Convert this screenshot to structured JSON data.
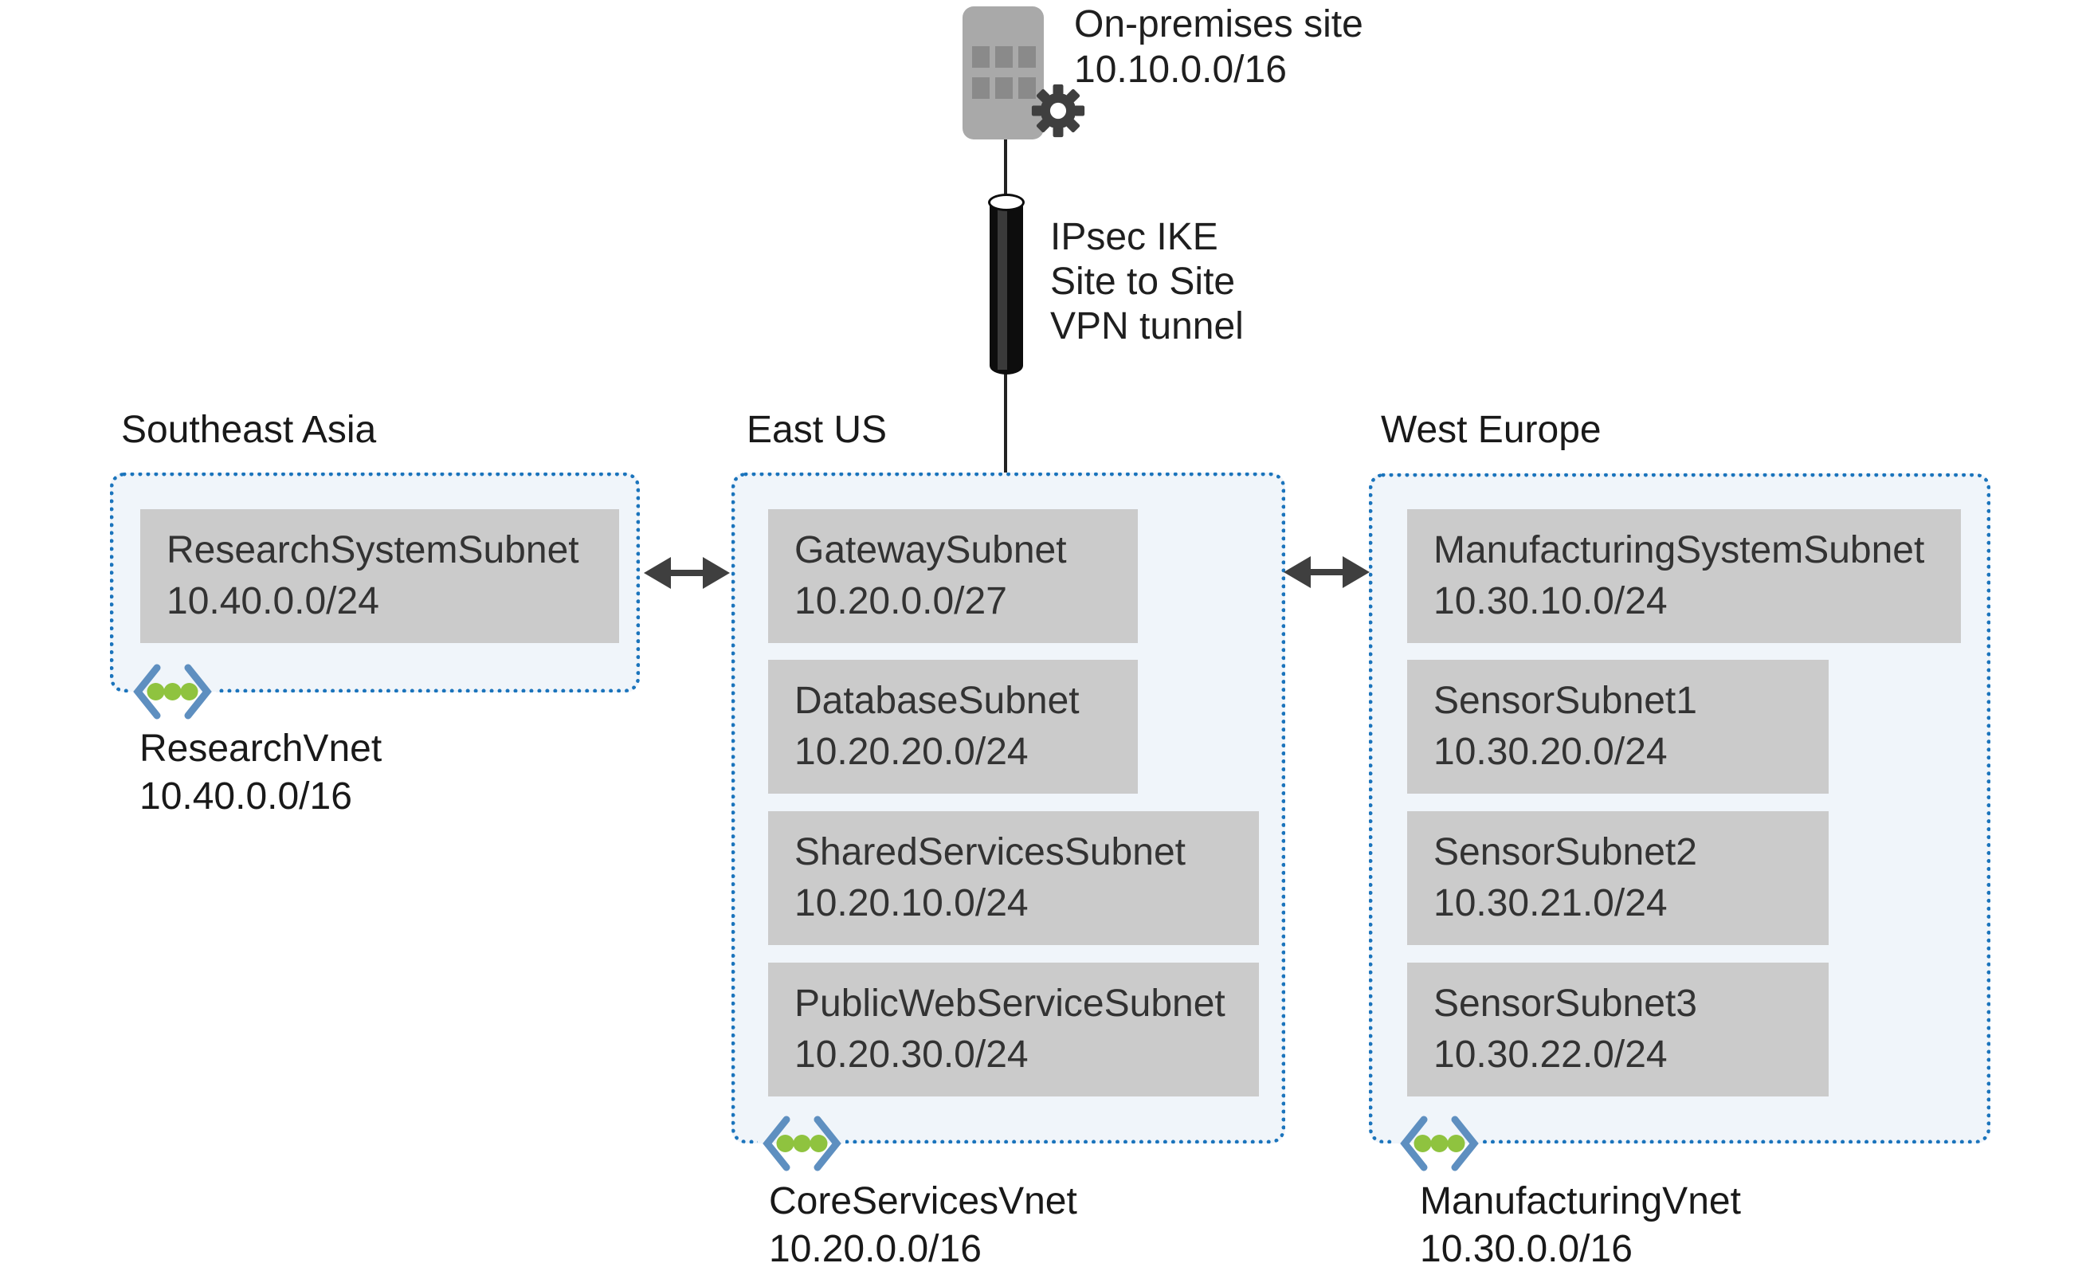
{
  "onprem": {
    "title": "On-premises site",
    "cidr": "10.10.0.0/16"
  },
  "tunnel": {
    "line1": "IPsec IKE",
    "line2": "Site to Site",
    "line3": "VPN tunnel"
  },
  "regions": [
    {
      "title": "Southeast Asia",
      "vnet_name": "ResearchVnet",
      "vnet_cidr": "10.40.0.0/16",
      "subnets": [
        {
          "name": "ResearchSystemSubnet",
          "cidr": "10.40.0.0/24"
        }
      ]
    },
    {
      "title": "East US",
      "vnet_name": "CoreServicesVnet",
      "vnet_cidr": "10.20.0.0/16",
      "subnets": [
        {
          "name": "GatewaySubnet",
          "cidr": "10.20.0.0/27"
        },
        {
          "name": "DatabaseSubnet",
          "cidr": "10.20.20.0/24"
        },
        {
          "name": "SharedServicesSubnet",
          "cidr": "10.20.10.0/24"
        },
        {
          "name": "PublicWebServiceSubnet",
          "cidr": "10.20.30.0/24"
        }
      ]
    },
    {
      "title": "West Europe",
      "vnet_name": "ManufacturingVnet",
      "vnet_cidr": "10.30.0.0/16",
      "subnets": [
        {
          "name": "ManufacturingSystemSubnet",
          "cidr": "10.30.10.0/24"
        },
        {
          "name": "SensorSubnet1",
          "cidr": "10.30.20.0/24"
        },
        {
          "name": "SensorSubnet2",
          "cidr": "10.30.21.0/24"
        },
        {
          "name": "SensorSubnet3",
          "cidr": "10.30.22.0/24"
        }
      ]
    }
  ],
  "colors": {
    "accent_blue": "#1b74bc",
    "region_fill": "#f0f5fa",
    "subnet_gray": "#cbcbcb",
    "building_gray": "#a9a9a9",
    "window_gray": "#8a8a8a",
    "arrow_gray": "#3f3f3f",
    "vnet_bracket_blue": "#5e8fc0",
    "vnet_dot_green": "#8fc33f"
  }
}
